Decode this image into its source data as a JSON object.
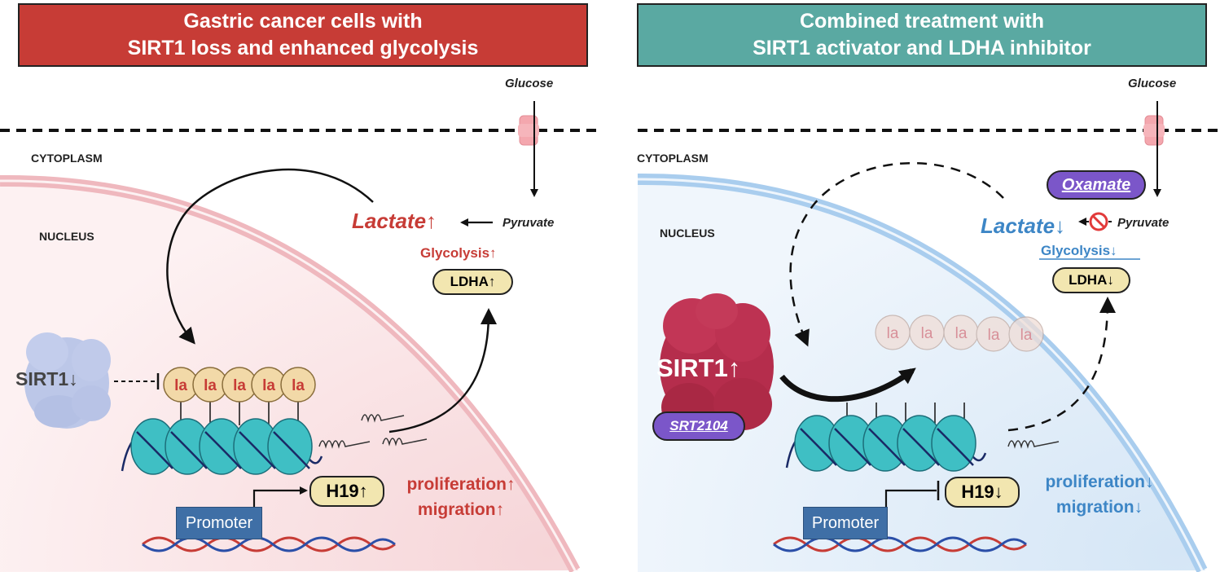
{
  "left_panel": {
    "title_line1": "Gastric cancer cells with",
    "title_line2": "SIRT1 loss and enhanced glycolysis",
    "glucose": "Glucose",
    "cytoplasm": "CYTOPLASM",
    "nucleus": "NUCLEUS",
    "lactate": "Lactate↑",
    "pyruvate": "Pyruvate",
    "glycolysis": "Glycolysis↑",
    "ldha": "LDHA↑",
    "sirt1": "SIRT1↓",
    "la_marks": [
      "la",
      "la",
      "la",
      "la",
      "la"
    ],
    "promoter": "Promoter",
    "h19": "H19↑",
    "proliferation": "proliferation↑",
    "migration": "migration↑"
  },
  "right_panel": {
    "title_line1": "Combined treatment with",
    "title_line2": "SIRT1 activator and LDHA inhibitor",
    "glucose": "Glucose",
    "cytoplasm": "CYTOPLASM",
    "nucleus": "NUCLEUS",
    "oxamate": "Oxamate",
    "lactate": "Lactate↓",
    "pyruvate": "Pyruvate",
    "glycolysis": "Glycolysis↓",
    "ldha": "LDHA↓",
    "sirt1": "SIRT1↑",
    "srt2104": "SRT2104",
    "la_marks": [
      "la",
      "la",
      "la",
      "la",
      "la"
    ],
    "promoter": "Promoter",
    "h19": "H19↓",
    "proliferation": "proliferation↓",
    "migration": "migration↓"
  },
  "colors": {
    "red_accent": "#c73c36",
    "teal_accent": "#5aa9a2",
    "blue_accent": "#3d86c6",
    "nucleosome": "#3fbfc4",
    "la_fill": "#f2d9a8",
    "sirt1_active": "#b52d4c",
    "sirt1_inactive": "#b9c4e6",
    "drug": "#7b56c9",
    "promoter": "#3f6fa6"
  }
}
